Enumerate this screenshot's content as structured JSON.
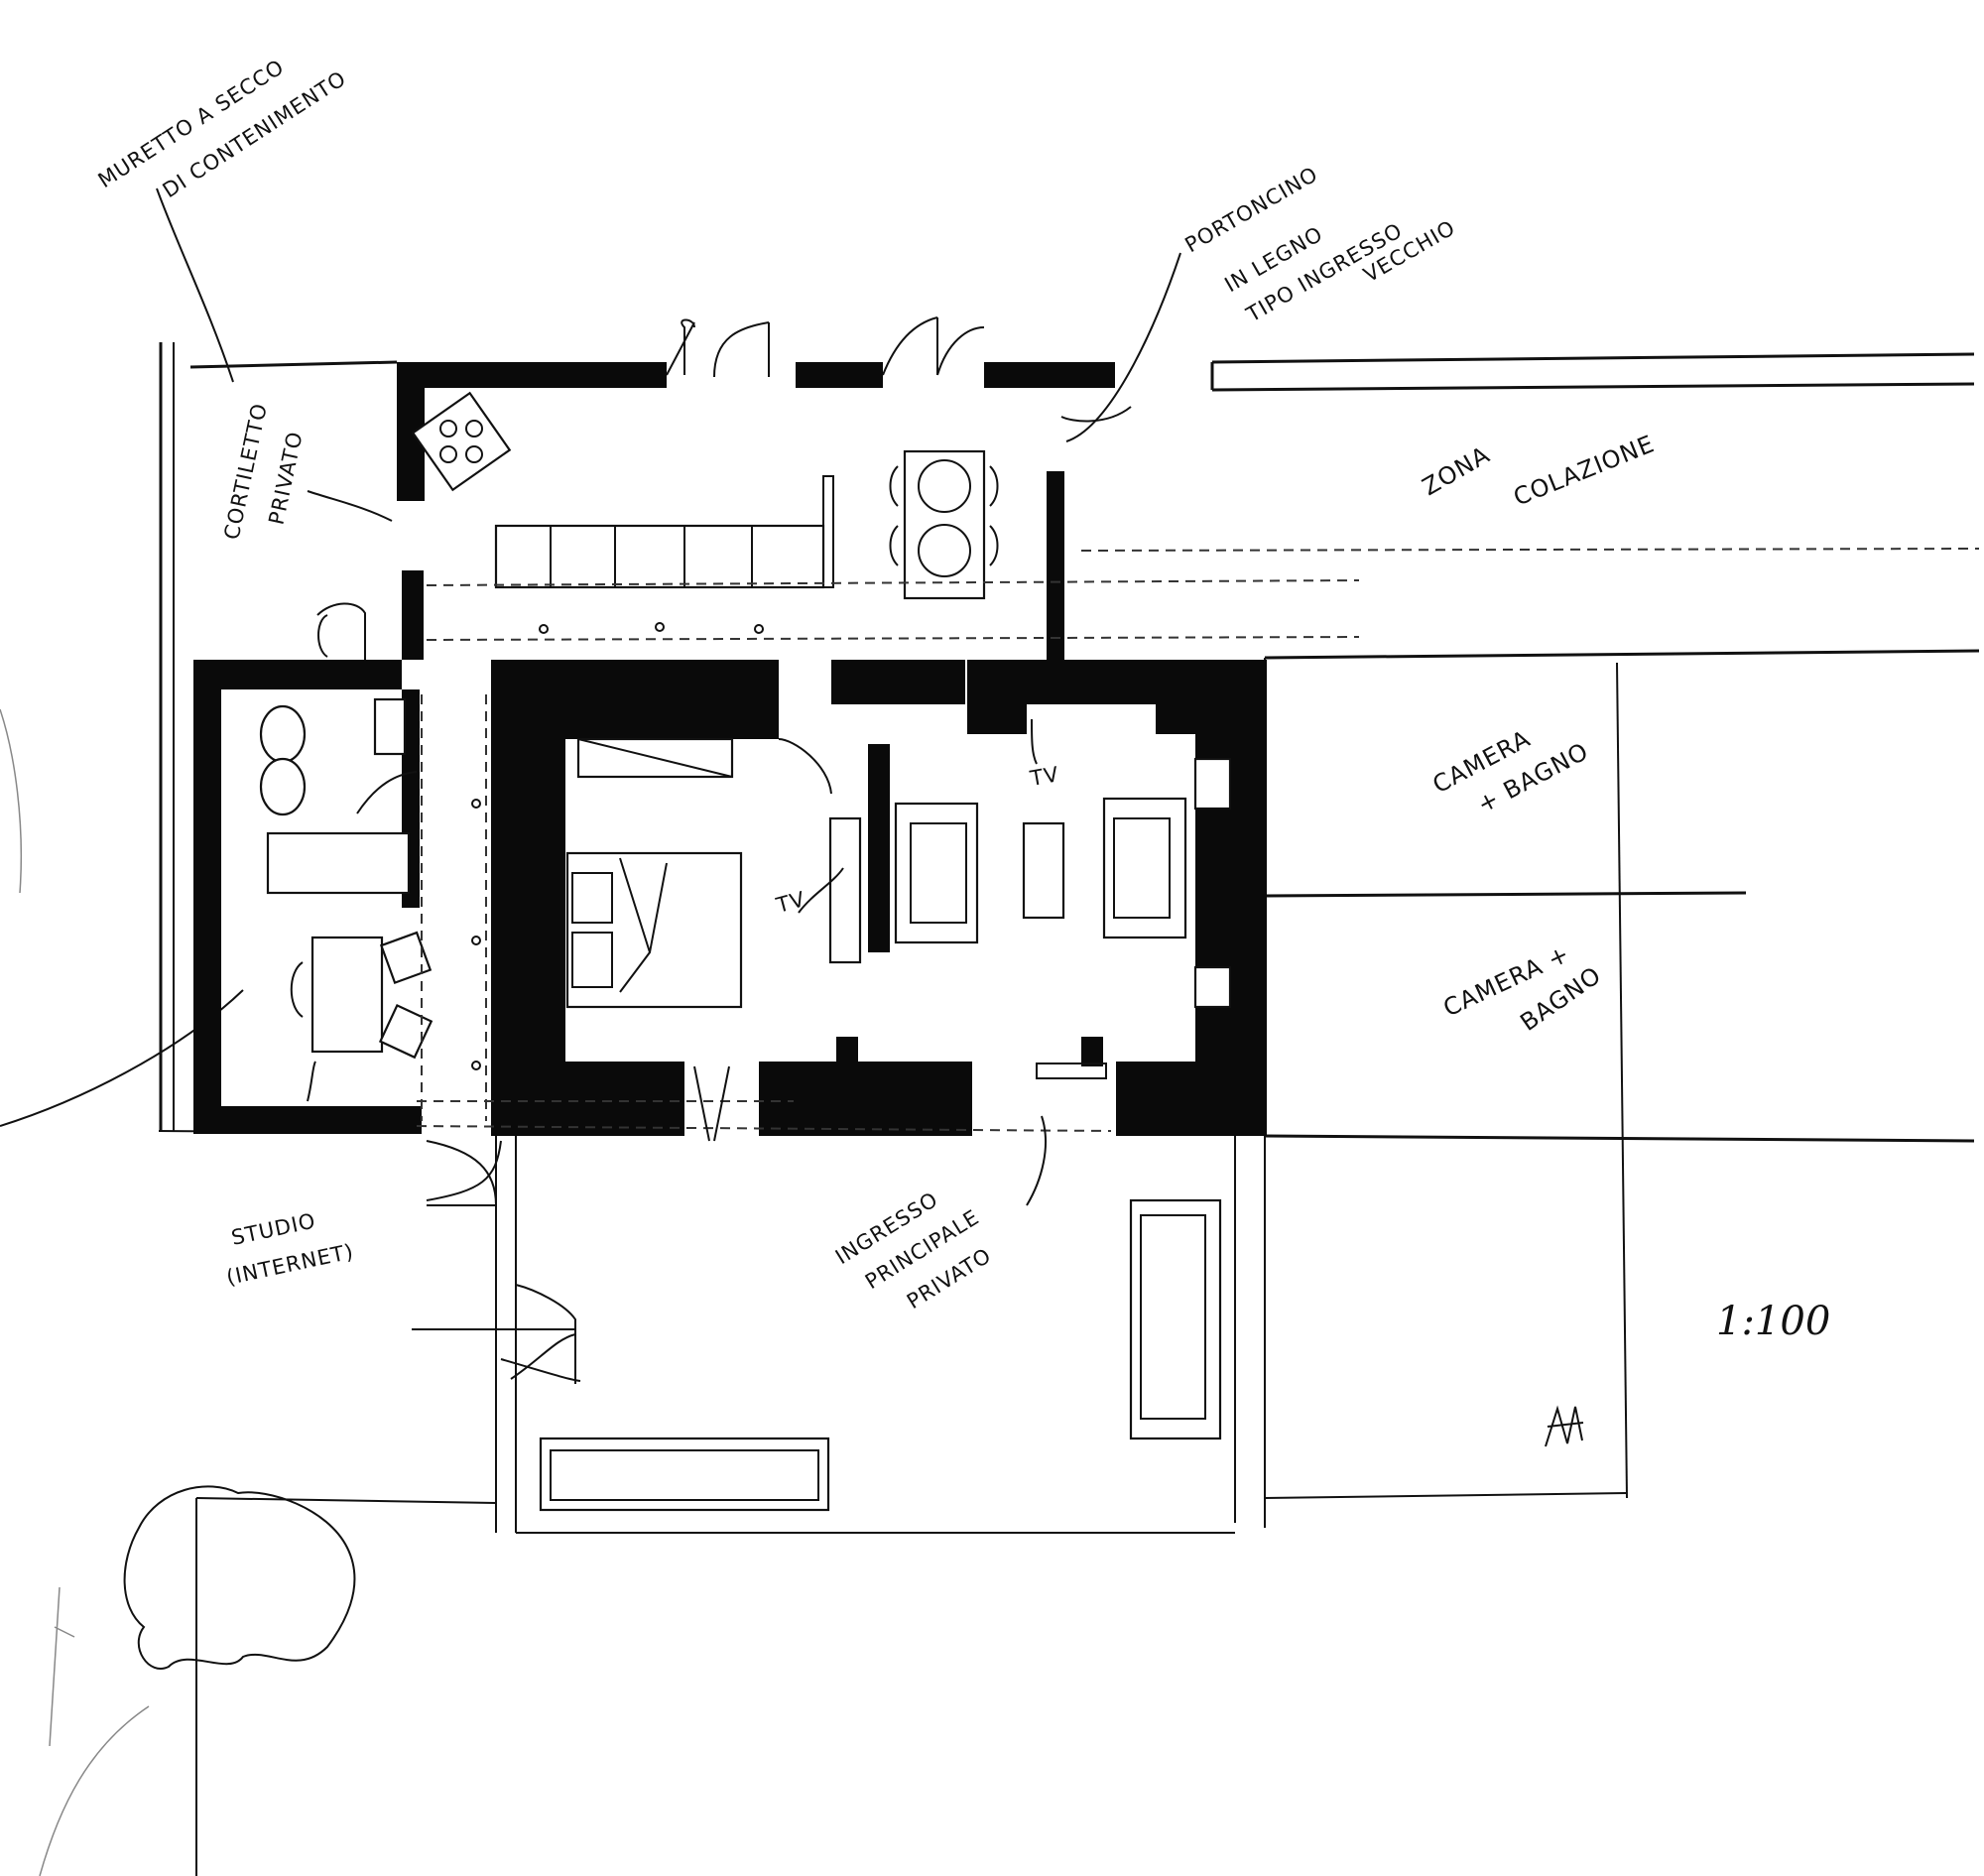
{
  "sketch": {
    "scale": "1:100",
    "labels": {
      "retaining_wall": "MURETTO A SECCO",
      "retaining_wall_2": "DI CONTENIMENTO",
      "front_door_1": "PORTONCINO",
      "front_door_2": "IN LEGNO",
      "front_door_3": "TIPO INGRESSO",
      "front_door_4": "VECCHIO",
      "garden_1": "CORTILETTO",
      "garden_2": "PRIVATO",
      "breakfast_1": "ZONA",
      "breakfast_2": "COLAZIONE",
      "room1_1": "CAMERA",
      "room1_2": "+ BAGNO",
      "room2_1": "CAMERA +",
      "room2_2": "BAGNO",
      "tv_1": "TV",
      "tv_2": "TV",
      "study_1": "STUDIO",
      "study_2": "(INTERNET)",
      "entrance_1": "INGRESSO",
      "entrance_2": "PRINCIPALE",
      "entrance_3": "PRIVATO"
    }
  }
}
